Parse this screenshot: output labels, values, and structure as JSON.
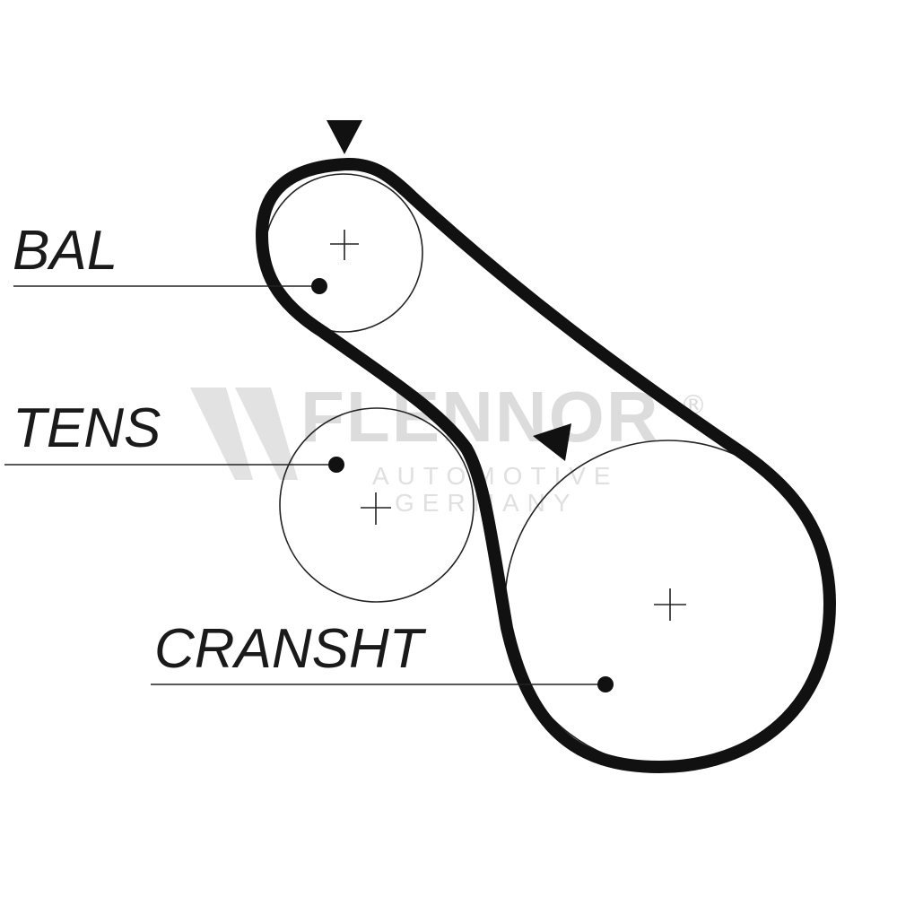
{
  "labels": {
    "bal": "BAL",
    "tens": "TENS",
    "cranshaft": "CRANSHT"
  },
  "watermark": {
    "brand": "FLENNOR",
    "registered": "®",
    "line1": "AUTOMOTIVE",
    "line2": "GERMANY"
  },
  "colors": {
    "belt": "#111111",
    "pulley_outline": "#222222",
    "watermark": "#dcdcdc"
  },
  "icons": {
    "timing_mark_top": "down-triangle-marker",
    "timing_mark_crank": "down-triangle-marker"
  }
}
